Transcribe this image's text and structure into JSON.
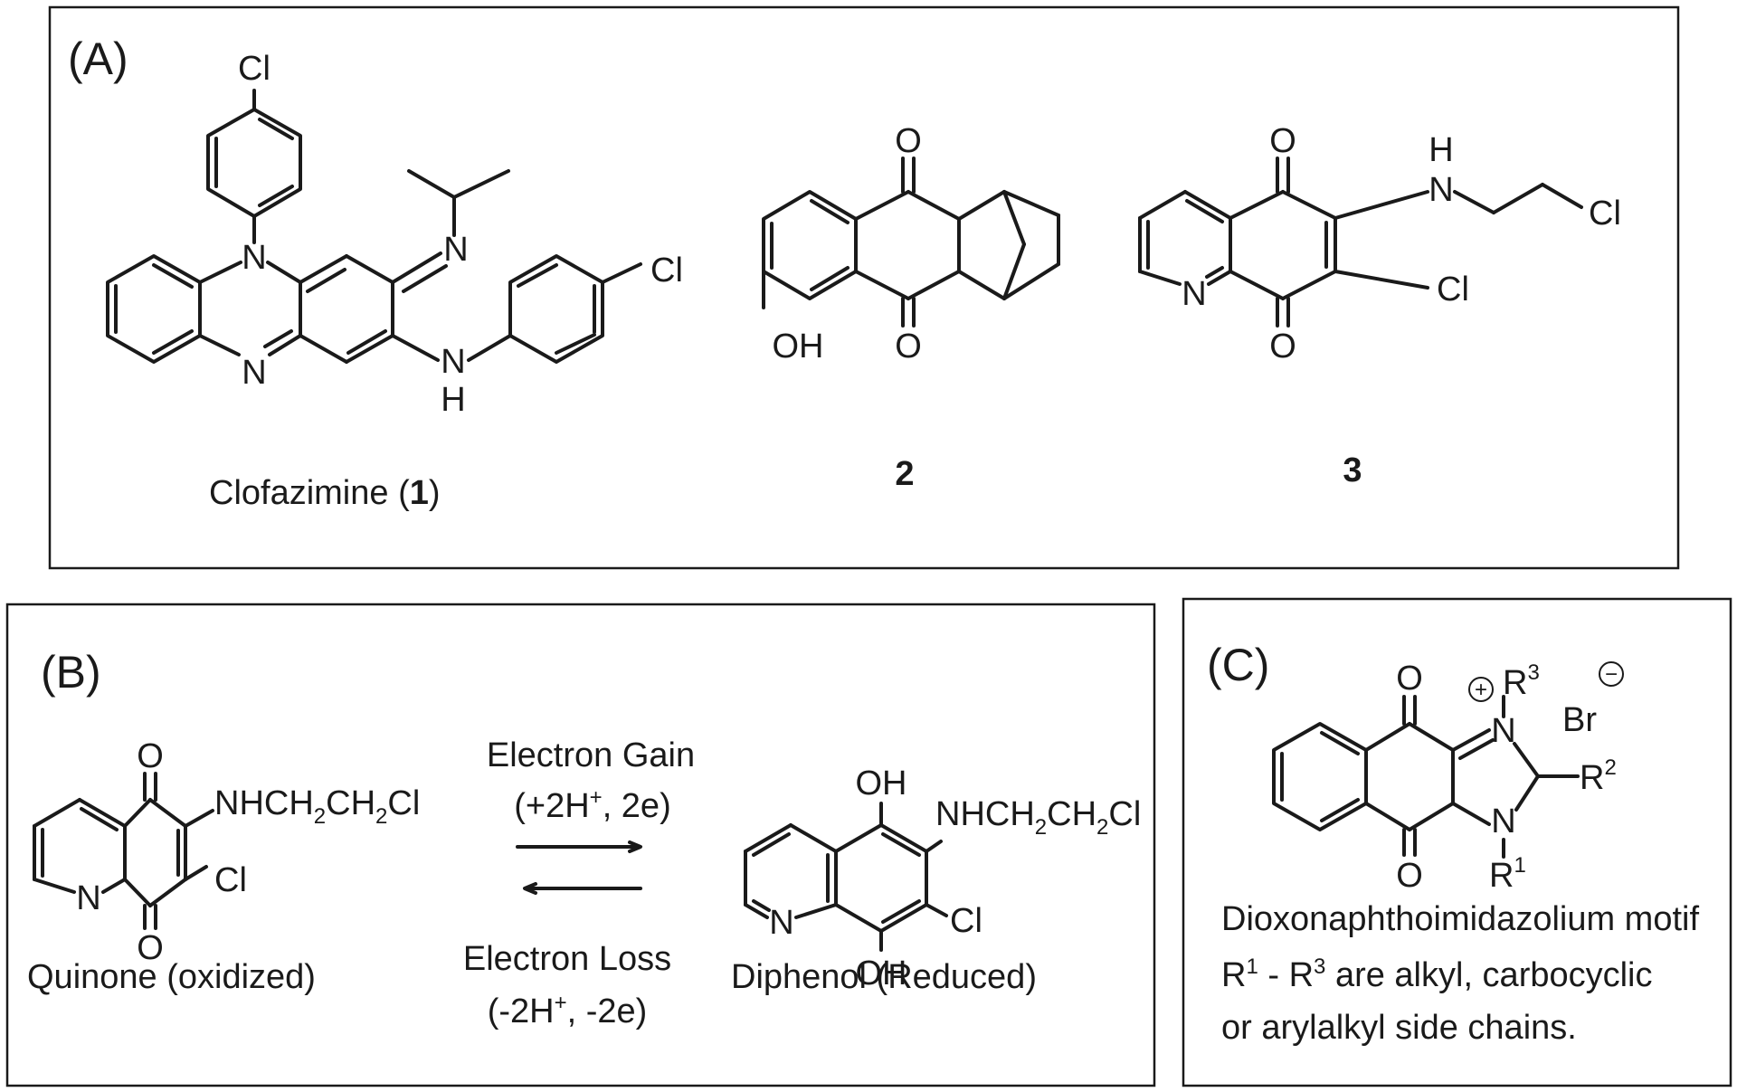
{
  "panel_a": {
    "label": "(A)",
    "compound1": {
      "name_prefix": "Clofazimine (",
      "name_number": "1",
      "name_suffix": ")"
    },
    "compound2": {
      "label": "2"
    },
    "compound3": {
      "label": "3"
    }
  },
  "panel_b": {
    "label": "(B)",
    "left_caption": "Quinone (oxidized)",
    "right_caption": "Diphenol (Reduced)",
    "forward_line1": "Electron Gain",
    "forward_line2_a": "(+2H",
    "forward_line2_sup": "+",
    "forward_line2_b": ", 2e)",
    "reverse_line1": "Electron Loss",
    "reverse_line2_a": "(-2H",
    "reverse_line2_sup": "+",
    "reverse_line2_b": ", -2e)",
    "substituent_a": "NHCH",
    "substituent_sub": "2",
    "substituent_b": "CH",
    "substituent_c": "Cl"
  },
  "panel_c": {
    "label": "(C)",
    "motif_caption": "Dioxonaphthoimidazolium motif",
    "note_r1": "R",
    "note_sup1": "1",
    "note_mid": " - R",
    "note_sup3": "3",
    "note_rest": " are alkyl, carbocyclic",
    "note_line2": "or arylalkyl side chains.",
    "counterion": "Br",
    "plus_sign": "+",
    "minus_sign": "−",
    "r_letter": "R",
    "r1_sup": "1",
    "r2_sup": "2",
    "r3_sup": "3"
  },
  "atoms": {
    "cl": "Cl",
    "n": "N",
    "o": "O",
    "oh": "OH",
    "h": "H"
  }
}
